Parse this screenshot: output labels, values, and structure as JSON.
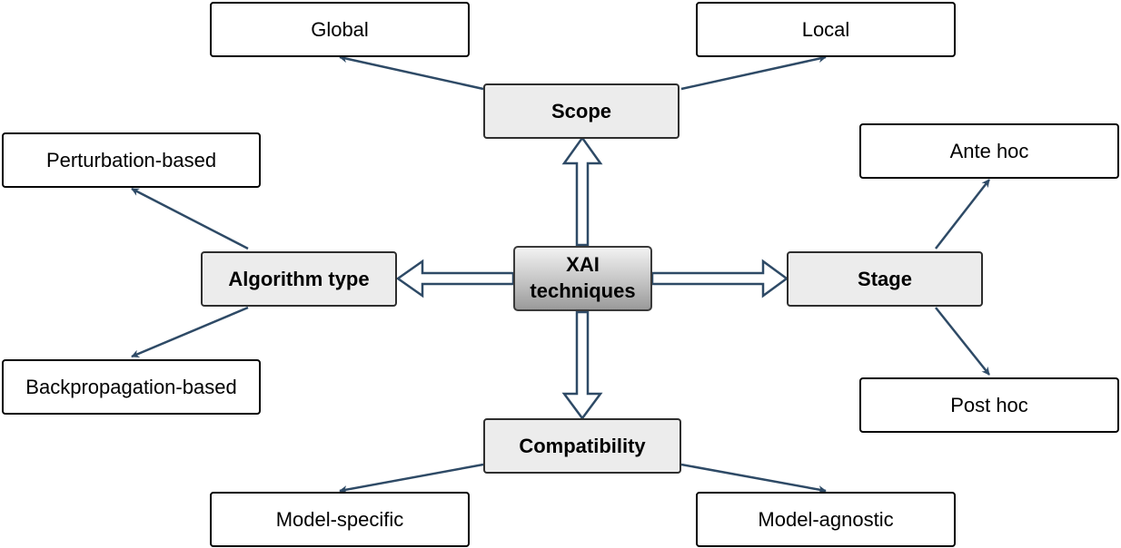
{
  "center": {
    "label_line1": "XAI",
    "label_line2": "techniques"
  },
  "categories": {
    "scope": "Scope",
    "stage": "Stage",
    "compatibility": "Compatibility",
    "algorithm_type": "Algorithm type"
  },
  "leaves": {
    "global": "Global",
    "local": "Local",
    "ante_hoc": "Ante hoc",
    "post_hoc": "Post hoc",
    "model_specific": "Model-specific",
    "model_agnostic": "Model-agnostic",
    "perturbation_based": "Perturbation-based",
    "backpropagation_based": "Backpropagation-based"
  },
  "colors": {
    "connector": "#2e4a66",
    "hollow_arrow_stroke": "#2e4a66",
    "hollow_arrow_fill": "#ffffff",
    "leaf_border": "#000000",
    "category_fill": "#ececec",
    "center_fill_top": "#f2f2f2",
    "center_fill_bottom": "#9a9a9a"
  }
}
